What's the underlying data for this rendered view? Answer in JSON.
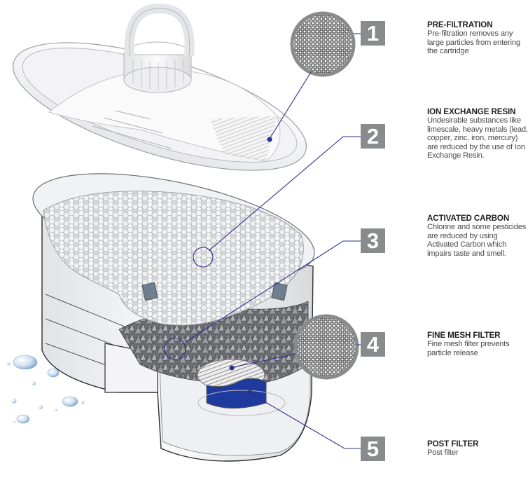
{
  "diagram": {
    "subject": "water filter cartridge cutaway",
    "accent_color": "#2b2f8f",
    "badge_color": "#8a8b8d",
    "steps": [
      {
        "number": "1",
        "title": "PRE-FILTRATION",
        "text": "Pre-filtration removes any large particles from entering the cartridge"
      },
      {
        "number": "2",
        "title": "ION EXCHANGE RESIN",
        "text": "Undesirable substances like limescale, heavy metals (lead, copper, zinc, iron, mercury) are reduced by the use of Ion Exchange Resin."
      },
      {
        "number": "3",
        "title": "ACTIVATED CARBON",
        "text": "Chlorine and some pesticides are reduced by using Activated Carbon which impairs taste and smell."
      },
      {
        "number": "4",
        "title": "FINE MESH FILTER",
        "text": "Fine mesh filter prevents particle release"
      },
      {
        "number": "5",
        "title": "POST FILTER",
        "text": "Post filter"
      }
    ]
  }
}
